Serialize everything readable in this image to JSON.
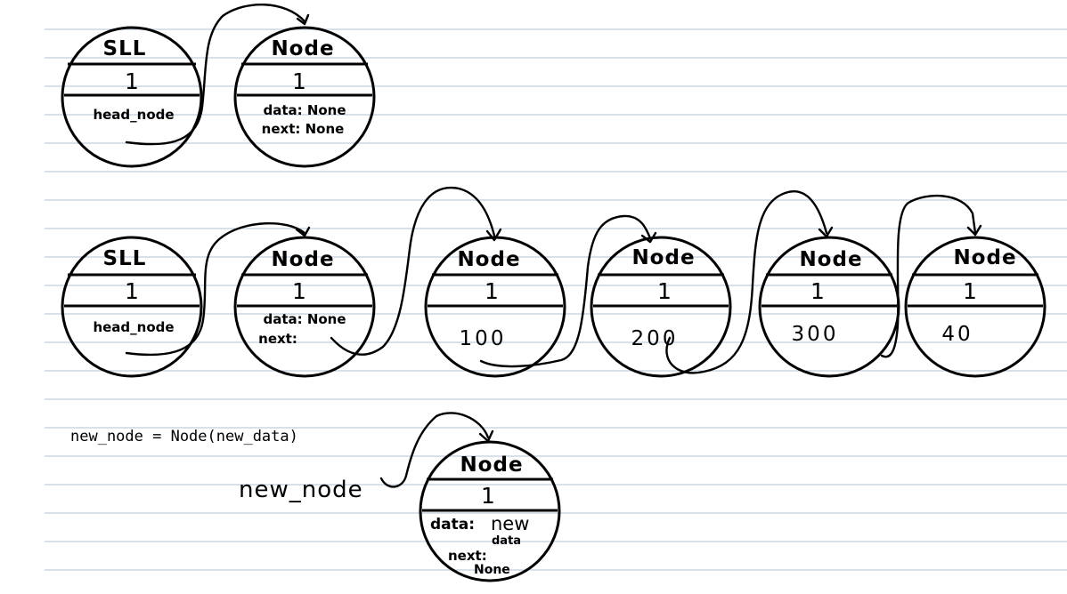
{
  "colors": {
    "ink": "#000000",
    "ruled_line": "#b3c0d3",
    "paper": "#ffffff"
  },
  "code_line": "new_node = Node(new_data)",
  "variable_label": "new_node",
  "rows": [
    {
      "sll": {
        "title": "SLL",
        "count": "1",
        "field": "head_node"
      },
      "nodes": [
        {
          "title": "Node",
          "count": "1",
          "lines": [
            "data: None",
            "next: None"
          ]
        }
      ]
    },
    {
      "sll": {
        "title": "SLL",
        "count": "1",
        "field": "head_node"
      },
      "nodes": [
        {
          "title": "Node",
          "count": "1",
          "lines": [
            "data: None",
            "next:"
          ]
        },
        {
          "title": "Node",
          "count": "1",
          "value": "100"
        },
        {
          "title": "Node",
          "count": "1",
          "value": "200"
        },
        {
          "title": "Node",
          "count": "1",
          "value": "300"
        },
        {
          "title": "Node",
          "count": "1",
          "value": "40"
        }
      ]
    }
  ],
  "new_node": {
    "title": "Node",
    "count": "1",
    "data_label": "data:",
    "data_value": "new",
    "data_value2": "data",
    "next_label": "next:",
    "next_value": "None"
  }
}
